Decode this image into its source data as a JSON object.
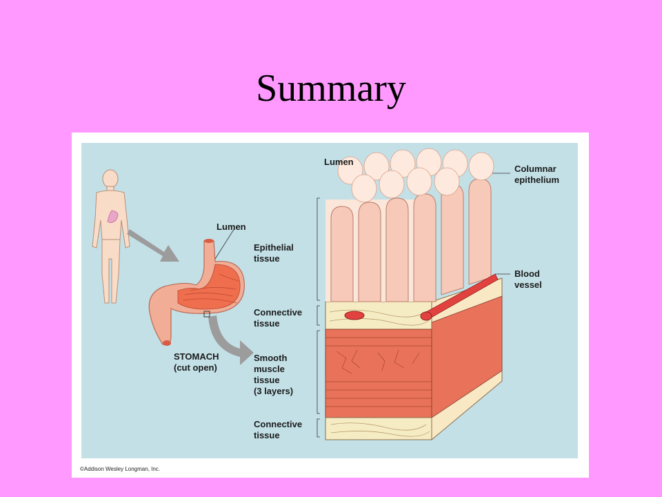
{
  "slide": {
    "title": "Summary"
  },
  "figure": {
    "labels": {
      "lumen_top": "Lumen",
      "columnar_epithelium": "Columnar\nepithelium",
      "lumen_stomach": "Lumen",
      "epithelial_tissue": "Epithelial\ntissue",
      "blood_vessel": "Blood\nvessel",
      "connective_tissue_1": "Connective\ntissue",
      "stomach": "STOMACH\n(cut open)",
      "smooth_muscle": "Smooth\nmuscle\ntissue\n(3 layers)",
      "connective_tissue_2": "Connective\ntissue"
    },
    "copyright": "©Addison Wesley Longman, Inc."
  },
  "colors": {
    "slide_bg": "#ff99ff",
    "panel_bg": "#c3e0e6",
    "muscle": "#e8735a",
    "epithelium": "#f7c9b8",
    "connective": "#f6ecc4",
    "vessel": "#e2423f"
  }
}
